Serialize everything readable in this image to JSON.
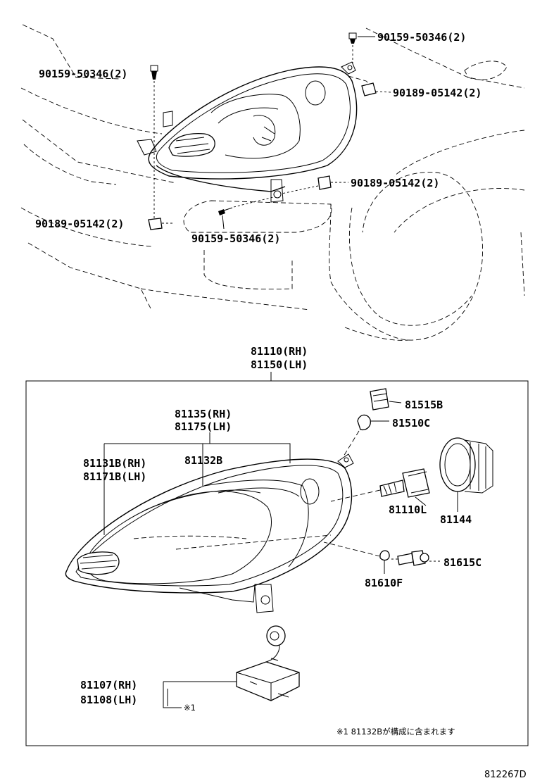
{
  "upper_labels": {
    "bolt_top": "90159-50346(2)",
    "bolt_left": "90159-50346(2)",
    "clip_right_top": "90189-05142(2)",
    "clip_right_mid": "90189-05142(2)",
    "clip_left": "90189-05142(2)",
    "bolt_bottom": "90159-50346(2)"
  },
  "assembly": {
    "rh": "81110(RH)",
    "lh": "81150(LH)"
  },
  "lower_labels": {
    "lens_rh": "81135(RH)",
    "lens_lh": "81175(LH)",
    "housing_rh": "81131B(RH)",
    "housing_lh": "81171B(LH)",
    "reflector": "81132B",
    "socket": "81515B",
    "bulb_small": "81510C",
    "bulb_main": "81110L",
    "cap": "81144",
    "socket_side": "81615C",
    "bulb_side": "81610F",
    "module_rh": "81107(RH)",
    "module_lh": "81108(LH)",
    "module_note_mark": "※1",
    "footnote": "※1 81132Bが構成に含まれます"
  },
  "figure_code": "812267D"
}
